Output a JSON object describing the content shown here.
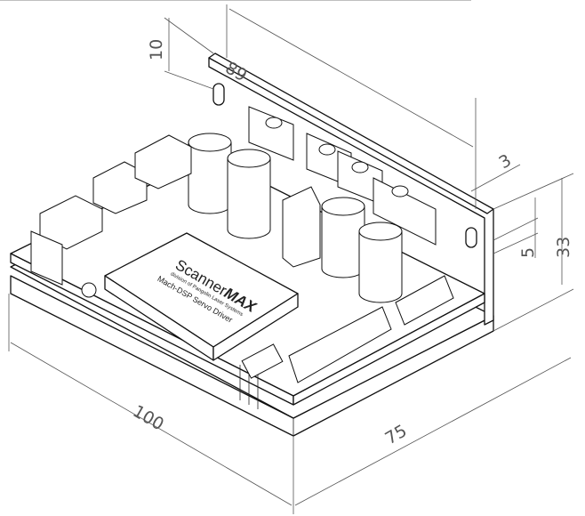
{
  "dimensions": {
    "plate_offset": "10",
    "hole_spacing": "89",
    "plate_thickness": "3",
    "height": "33",
    "slot_width": "5",
    "length": "100",
    "width": "75"
  },
  "board_label": {
    "brand_main": "Scanner",
    "brand_suffix": "MAX",
    "division": "division of Pangolin Laser Systems",
    "product": "Mach-DSP Servo Driver"
  },
  "colors": {
    "line": "#111111",
    "dimension": "#555555",
    "background": "#ffffff"
  }
}
